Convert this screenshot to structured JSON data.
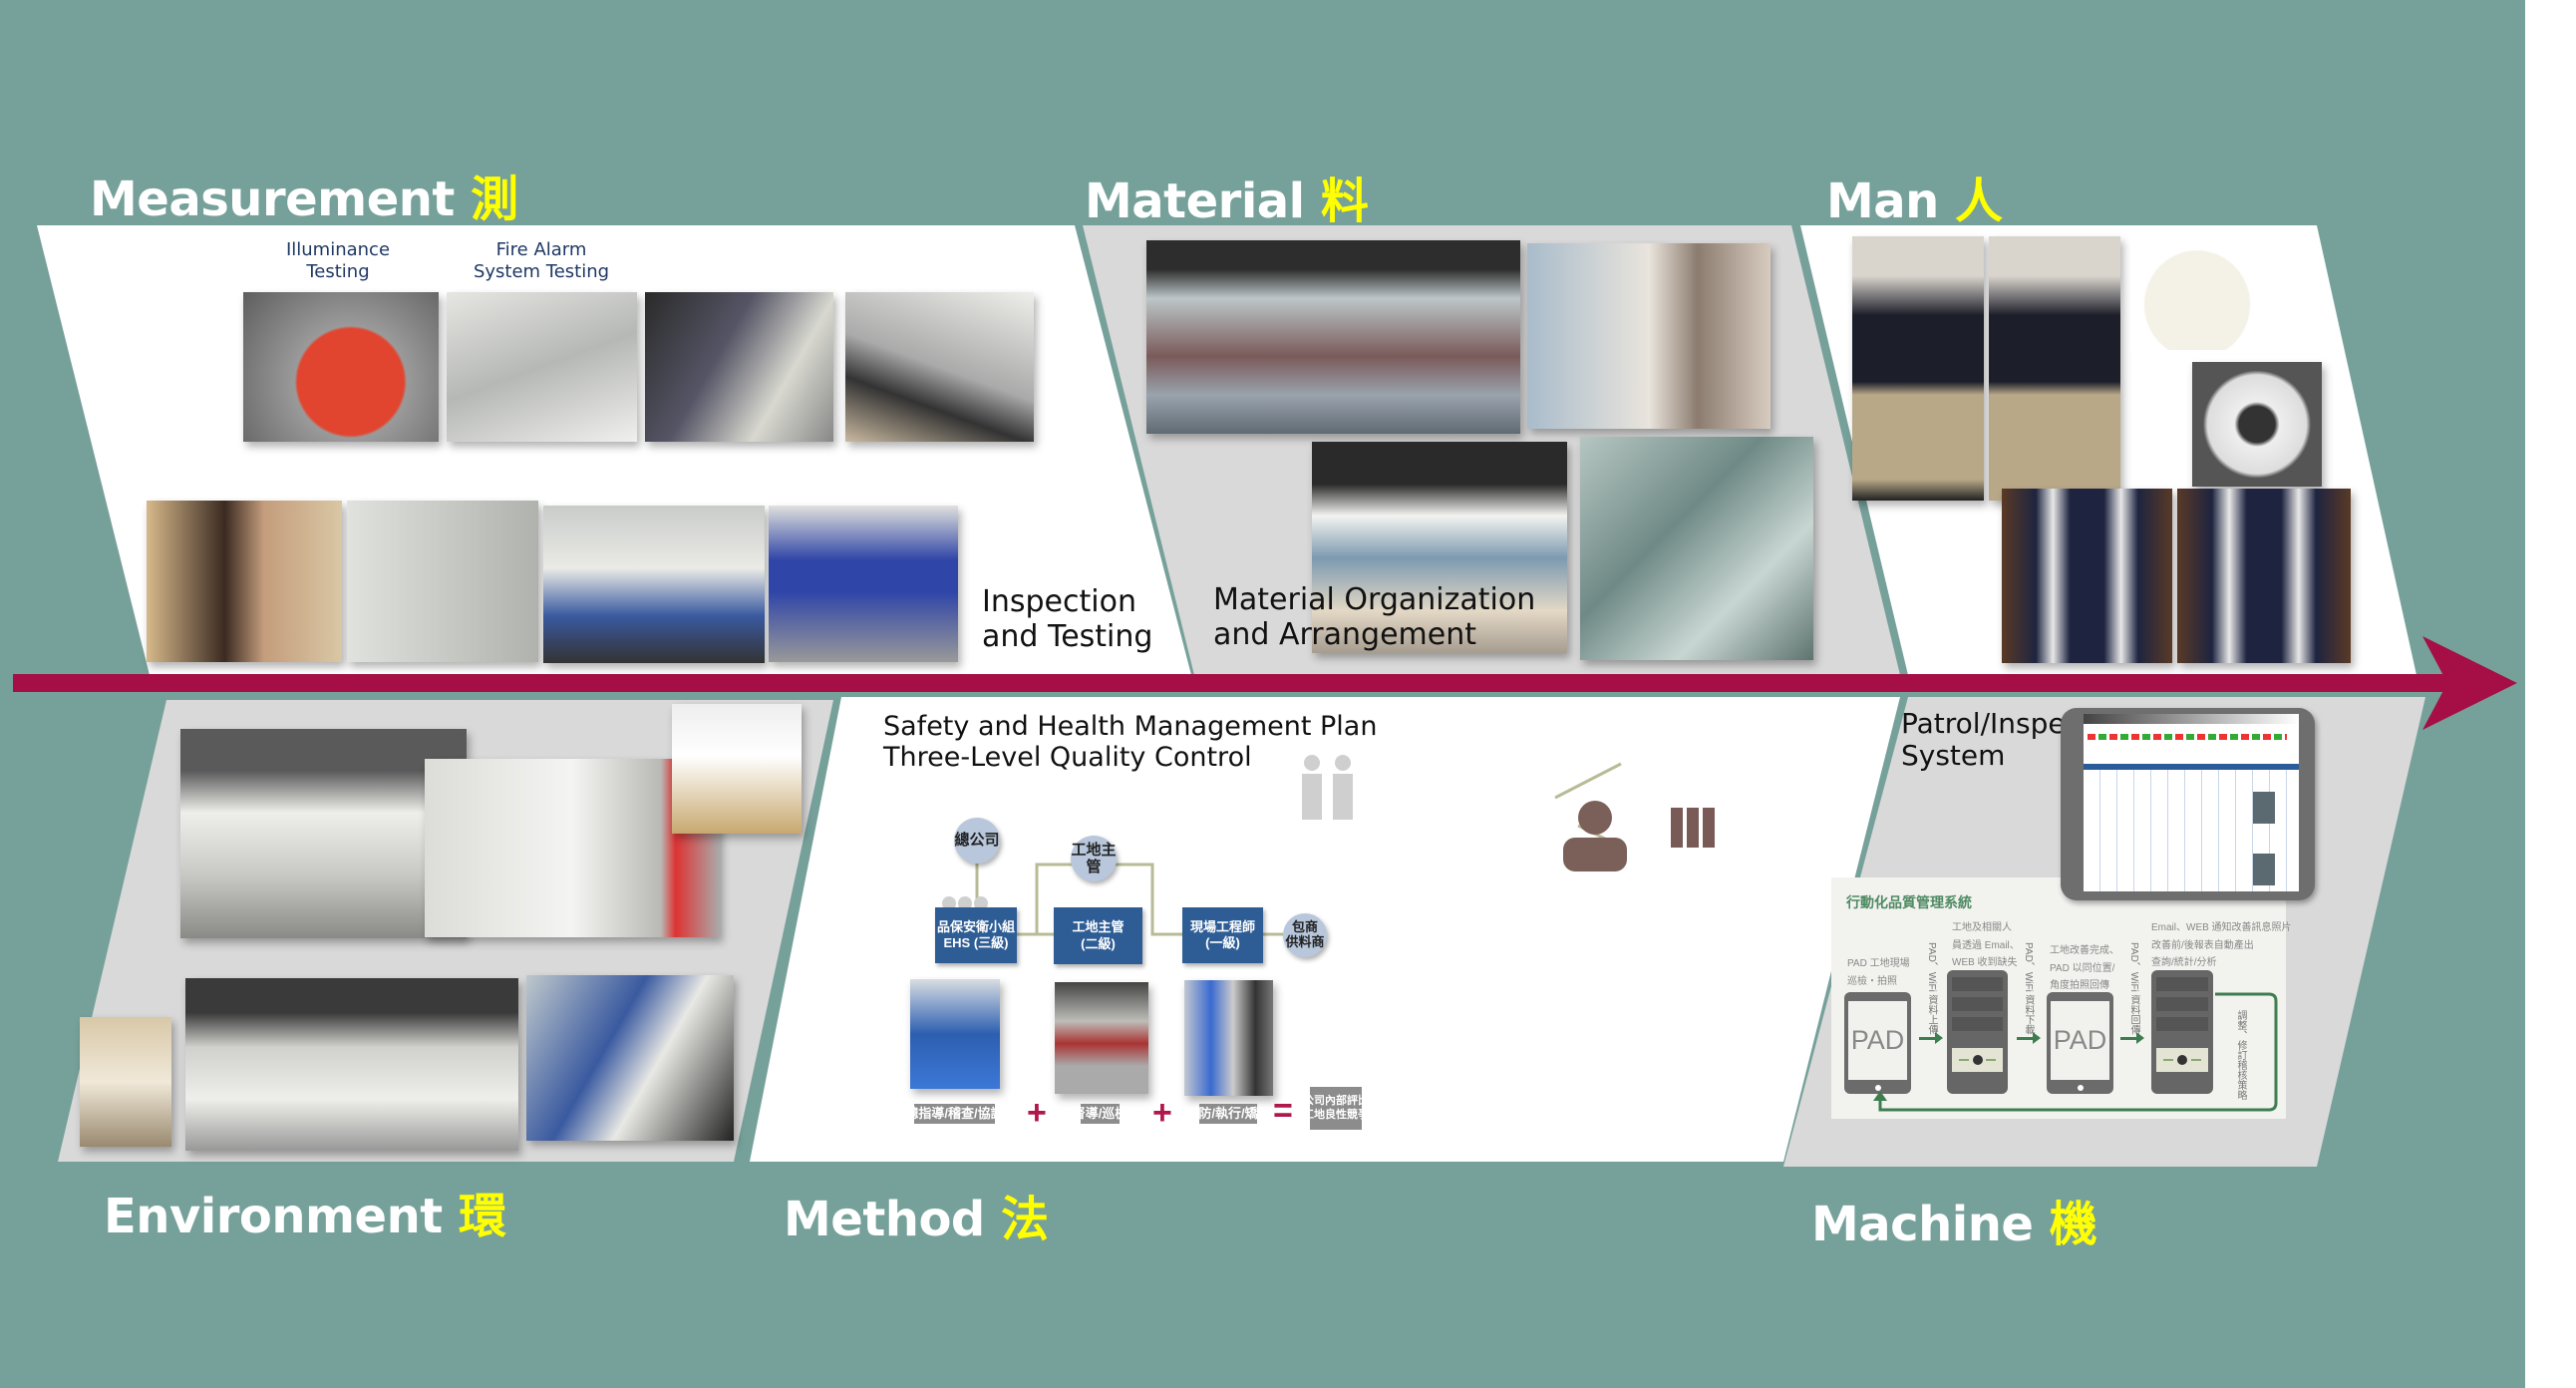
{
  "sections": {
    "measurement": {
      "title": "Measurement",
      "title_cjk": "測",
      "photo_labels": [
        "Illuminance\nTesting",
        "Fire Alarm\nSystem Testing"
      ],
      "caption": "Inspection\nand Testing"
    },
    "material": {
      "title": "Material",
      "title_cjk": "料",
      "caption": "Material Organization\nand Arrangement"
    },
    "man": {
      "title": "Man",
      "title_cjk": "人"
    },
    "environment": {
      "title": "Environment",
      "title_cjk": "環"
    },
    "method": {
      "title": "Method",
      "title_cjk": "法",
      "caption": "Safety and Health Management Plan\nThree-Level Quality Control",
      "circles": [
        "總公司",
        "工地主\n管",
        "包商\n供料商"
      ],
      "boxes": [
        "品保安衛小組\nEHS (三級)",
        "工地主管\n(二級)",
        "現場工程師\n(一級)"
      ],
      "labels": [
        "總指導/稽查/協調",
        "督導/巡檢",
        "預防/執行/矯正"
      ],
      "operators": [
        "+",
        "+",
        "="
      ],
      "result": "公司內部評比\n工地良性競爭"
    },
    "machine": {
      "title": "Machine",
      "title_cjk": "機",
      "caption": "Patrol/Inspection\nSystem",
      "flow_title": "行動化品質管理系統",
      "pad_label": "PAD",
      "texts": [
        "PAD 工地現場\n巡檢・拍照",
        "工地及相關人\n員透過 Email、\nWEB 收到缺失",
        "工地改善完成、\nPAD 以同位置/\n角度拍照回傳",
        "Email、WEB 通知改善訊息照片\n改善前/後報表自動產出\n查詢/統計/分析"
      ],
      "vertical_texts": [
        "PAD、WiFi 資料上傳",
        "PAD、WiFi 資料下載",
        "PAD、WiFi 資料回傳",
        "調整、修訂稽核策略"
      ]
    }
  },
  "colors": {
    "background": "#76a19a",
    "arrow": "#a50f45",
    "heading_cjk": "#ffff00",
    "box": "#2e5d95"
  }
}
